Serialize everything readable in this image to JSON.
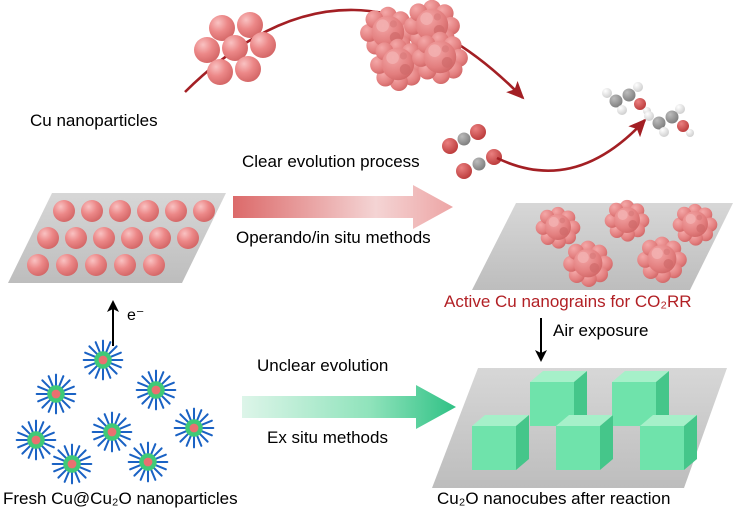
{
  "labels": {
    "cu_nanoparticles": "Cu nanoparticles",
    "clear_evolution_process": "Clear evolution process",
    "operando_methods": "Operando/in situ methods",
    "active_nanograins": "Active Cu nanograins for CO₂RR",
    "electron": "e⁻",
    "unclear_evolution": "Unclear evolution",
    "ex_situ_methods": "Ex situ methods",
    "air_exposure": "Air exposure",
    "fresh_particles": "Fresh Cu@Cu₂O nanoparticles",
    "nanocubes": "Cu₂O nanocubes after reaction"
  },
  "icons": {
    "cu_nanoparticle": "pink-sphere",
    "cu_nanograin": "rough-pink-blob",
    "co2_molecule": "red-gray-red-spacefill-molecule",
    "product_molecule": "gray-white-spacefill-molecule-with-red-oxygen",
    "core_shell_particle": "blue-spiky-particle-green-shell-red-core",
    "cu2o_nanocube": "green-cube",
    "platform": "gray-parallelogram-substrate"
  },
  "colors": {
    "cu_sphere_pink": "#ec8585",
    "dark_red_arrow": "#a31f24",
    "active_label_red": "#b22025",
    "platform_gray": "#c9c9c9",
    "nanocube_green": "#6fe3ab",
    "spike_blue": "#1a62c4",
    "core_shell_green": "#3fca77",
    "pink_arrow_start": "#dc6a6a",
    "pink_arrow_mid": "#f4d4d4",
    "pink_arrow_end": "#eda5a5",
    "green_arrow_start": "#ddf5e9",
    "green_arrow_end": "#2fc185",
    "text": "#000000"
  }
}
